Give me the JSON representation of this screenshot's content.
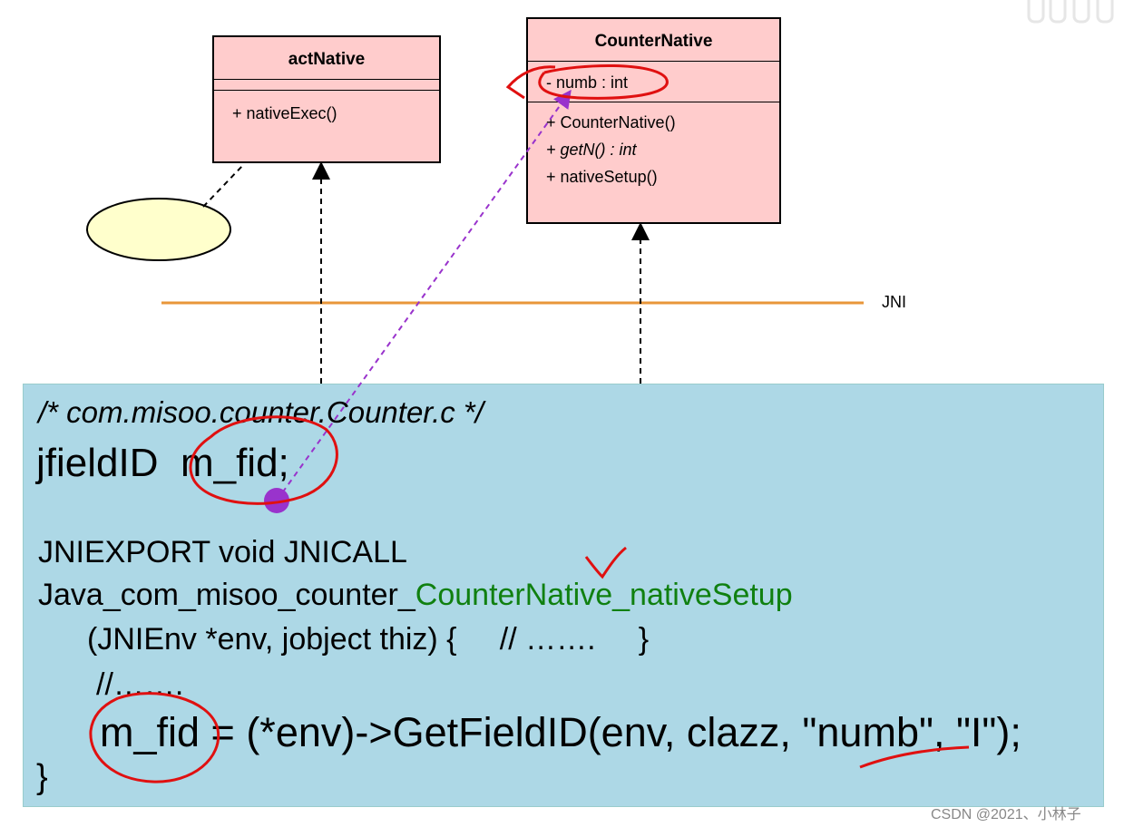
{
  "classes": {
    "actNative": {
      "name": "actNative",
      "methods": [
        "+ nativeExec()"
      ]
    },
    "counterNative": {
      "name": "CounterNative",
      "attributes": [
        "- numb : int"
      ],
      "methods": [
        "+ CounterNative()",
        "+ getN() : int",
        "+ nativeSetup()"
      ]
    }
  },
  "jni_label": "JNI",
  "code": {
    "comment": "/* com.misoo.counter.Counter.c */",
    "line_field": "jfieldID  m_fid;",
    "line_export": "JNIEXPORT void JNICALL",
    "line_java_prefix": "Java_com_misoo_counter_",
    "line_java_highlight": "CounterNative_nativeSetup",
    "line_params": "(JNIEnv *env, jobject thiz) {     // …….     }",
    "line_ellipsis": "//…….",
    "line_getfield": "m_fid = (*env)->GetFieldID(env, clazz, \"numb\", \"I\");",
    "line_close": "}"
  },
  "watermark": "CSDN @2021、小林子",
  "colors": {
    "uml_fill": "#ffcccc",
    "note_fill": "#ffffcc",
    "jni_line": "#e8963a",
    "code_bg": "#add8e6",
    "highlight_green": "#108010",
    "annotation_red": "#e01010",
    "link_purple": "#9933cc"
  }
}
